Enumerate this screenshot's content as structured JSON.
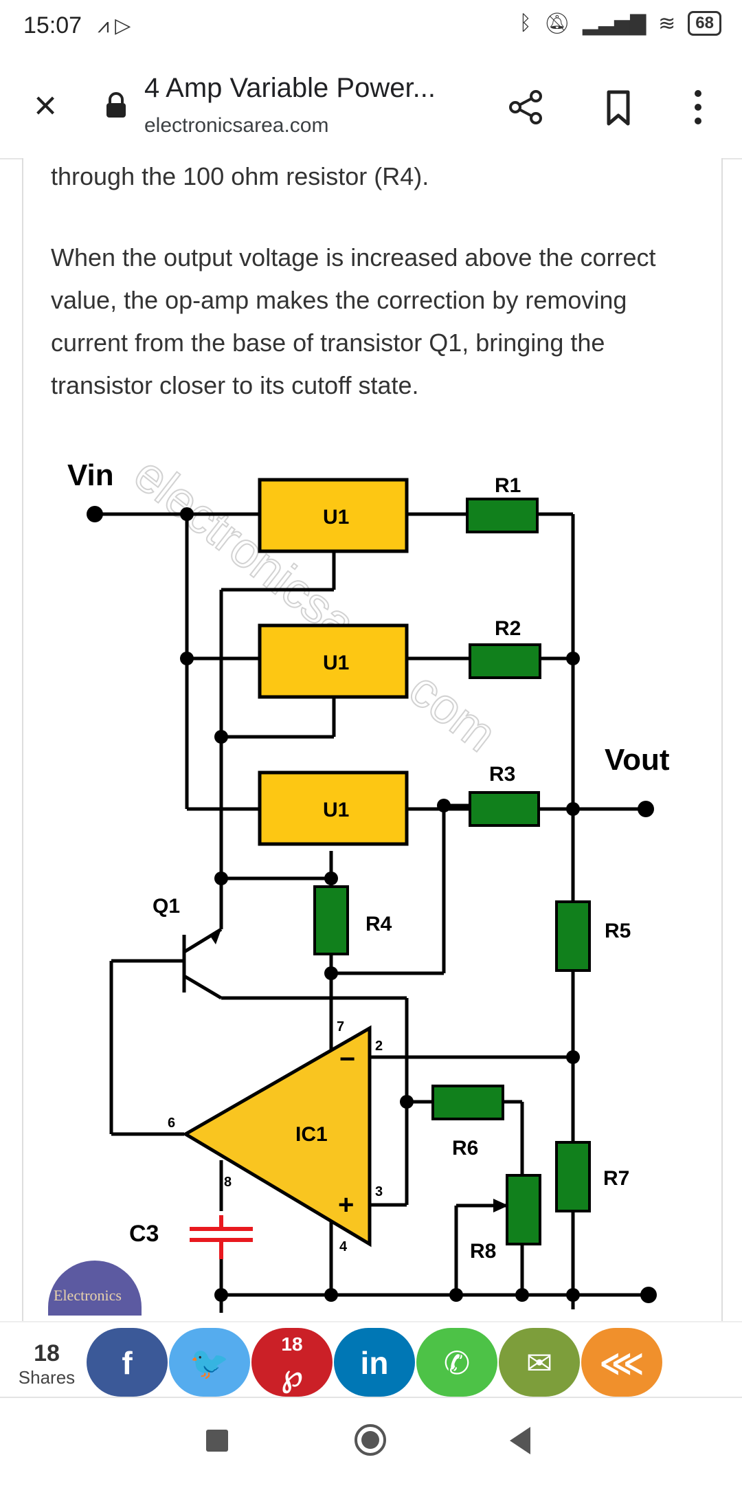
{
  "status_bar": {
    "time": "15:07",
    "left_icons": [
      "cast-icon",
      "play-store-icon"
    ],
    "right_icons": [
      "bluetooth-icon",
      "mute-icon",
      "signal-icon",
      "wifi-icon"
    ],
    "battery": "68"
  },
  "toolbar": {
    "page_title": "4 Amp Variable Power...",
    "domain": "electronicsarea.com",
    "icons": [
      "close-icon",
      "lock-icon",
      "share-icon",
      "bookmark-icon",
      "more-icon"
    ]
  },
  "article": {
    "para1": "through the 100 ohm resistor (R4).",
    "para2": "When the output voltage is increased above the correct value, the op-amp makes the correction by removing current from the base of transistor Q1, bringing the transistor closer to its cutoff state."
  },
  "diagram": {
    "watermark": "electronicsarea.com",
    "labels": {
      "vin": "Vin",
      "vout": "Vout",
      "u1_a": "U1",
      "u1_b": "U1",
      "u1_c": "U1",
      "r1": "R1",
      "r2": "R2",
      "r3": "R3",
      "r4": "R4",
      "r5": "R5",
      "r6": "R6",
      "r7": "R7",
      "r8": "R8",
      "q1": "Q1",
      "ic1": "IC1",
      "c3": "C3",
      "pin2": "2",
      "pin3": "3",
      "pin4": "4",
      "pin6": "6",
      "pin7": "7",
      "pin8": "8",
      "minus": "−",
      "plus": "+"
    },
    "colors": {
      "u1_fill": "#fdc713",
      "resistor_fill": "#11801c",
      "opamp_fill": "#f9c520",
      "capacitor": "#e8191f",
      "wire": "#000000"
    }
  },
  "logo": {
    "text": "Electronics"
  },
  "share_bar": {
    "count": "18",
    "label": "Shares",
    "pinterest_count": "18",
    "buttons": [
      {
        "name": "facebook",
        "glyph": "f",
        "color": "#3b5998"
      },
      {
        "name": "twitter",
        "glyph": "🐦",
        "color": "#55acee"
      },
      {
        "name": "pinterest",
        "glyph": "℘",
        "color": "#cb2027"
      },
      {
        "name": "linkedin",
        "glyph": "in",
        "color": "#0077b5"
      },
      {
        "name": "whatsapp",
        "glyph": "✆",
        "color": "#4dc247"
      },
      {
        "name": "email",
        "glyph": "✉",
        "color": "#7d9e3b"
      },
      {
        "name": "more-share",
        "glyph": "⋘",
        "color": "#f0902c"
      }
    ]
  },
  "nav_bar": {
    "icons": [
      "recents-icon",
      "home-icon",
      "back-icon"
    ]
  }
}
